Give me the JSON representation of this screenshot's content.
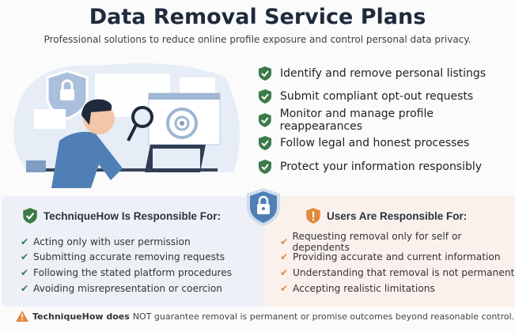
{
  "title": "Data Removal Service Plans",
  "subtitle": "Professional solutions to reduce online profile exposure and control personal data privacy.",
  "features": [
    "Identify and remove personal listings",
    "Submit compliant opt-out requests",
    "Monitor and manage profile reappearances",
    "Follow legal and honest processes",
    "Protect your information responsibly"
  ],
  "company": {
    "heading": "TechniqueHow Is Responsible For:",
    "items": [
      "Acting only with user permission",
      "Submitting accurate removing requests",
      "Following the stated platform procedures",
      "Avoiding misrepresentation or coercion"
    ]
  },
  "users": {
    "heading": "Users Are Responsible For:",
    "items": [
      "Requesting removal only for self or dependents",
      "Providing accurate and current information",
      "Understanding that removal is not permanent",
      "Accepting realistic limitations"
    ]
  },
  "disclaimer": {
    "bold": "TechniqueHow does",
    "text": "NOT guarantee removal is permanent or promise outcomes beyond reasonable control."
  },
  "colors": {
    "green": "#3d7a4a",
    "orange": "#e08a3c",
    "blue": "#4f7fb5"
  }
}
